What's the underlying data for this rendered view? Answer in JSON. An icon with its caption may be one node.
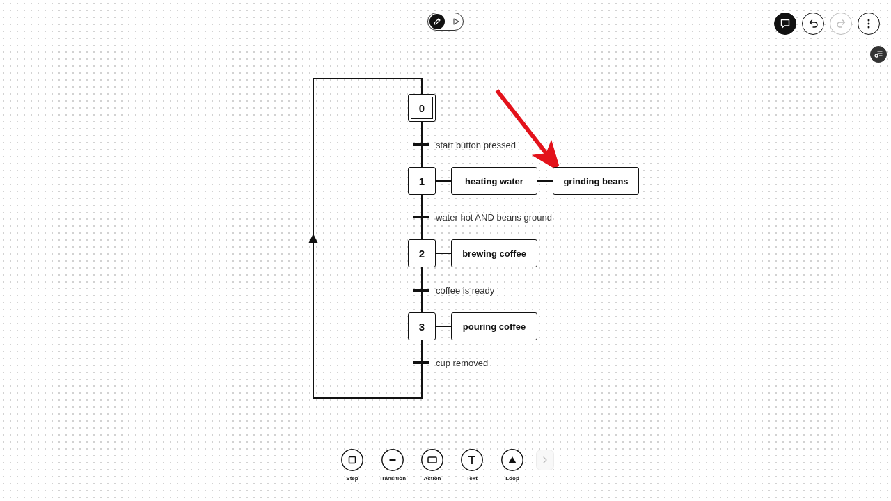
{
  "diagram": {
    "nodes": [
      {
        "text": [
          "0"
        ]
      },
      {
        "text": [],
        "shape": "bar",
        "beside": [
          "start button pressed"
        ]
      },
      {
        "text": [
          "1"
        ]
      },
      {
        "text": [
          "heating water"
        ]
      },
      {
        "text": [
          "grinding beans"
        ]
      },
      {
        "text": [],
        "shape": "bar",
        "beside": [
          "water hot AND beans ground"
        ]
      },
      {
        "text": [
          "2"
        ]
      },
      {
        "text": [
          "brewing coffee"
        ]
      },
      {
        "text": [],
        "shape": "bar",
        "beside": [
          "coffee is ready"
        ]
      },
      {
        "text": [
          "3"
        ]
      },
      {
        "text": [
          "pouring coffee"
        ]
      },
      {
        "text": [],
        "shape": "bar",
        "beside": [
          "cup removed"
        ]
      }
    ],
    "edges": [
      {
        "from": 0,
        "to": 1,
        "arrow": "none"
      },
      {
        "from": 1,
        "to": 2,
        "arrow": "none"
      },
      {
        "from": 2,
        "to": 3,
        "arrow": "none"
      },
      {
        "from": 3,
        "to": 4,
        "arrow": "none"
      },
      {
        "from": 2,
        "to": 5,
        "arrow": "none"
      },
      {
        "from": 5,
        "to": 6,
        "arrow": "none"
      },
      {
        "from": 6,
        "to": 7,
        "arrow": "none"
      },
      {
        "from": 6,
        "to": 8,
        "arrow": "none"
      },
      {
        "from": 8,
        "to": 9,
        "arrow": "none"
      },
      {
        "from": 9,
        "to": 10,
        "arrow": "none"
      },
      {
        "from": 9,
        "to": 11,
        "arrow": "none"
      },
      {
        "from": 11,
        "to": 0,
        "arrow": "to"
      },
      {
        "from": null,
        "to": 4,
        "arrow": "to",
        "style": "thick",
        "color": "#e3121b"
      }
    ],
    "labels": [
      "Step",
      "Transition",
      "Action",
      "Text",
      "Loop"
    ]
  }
}
